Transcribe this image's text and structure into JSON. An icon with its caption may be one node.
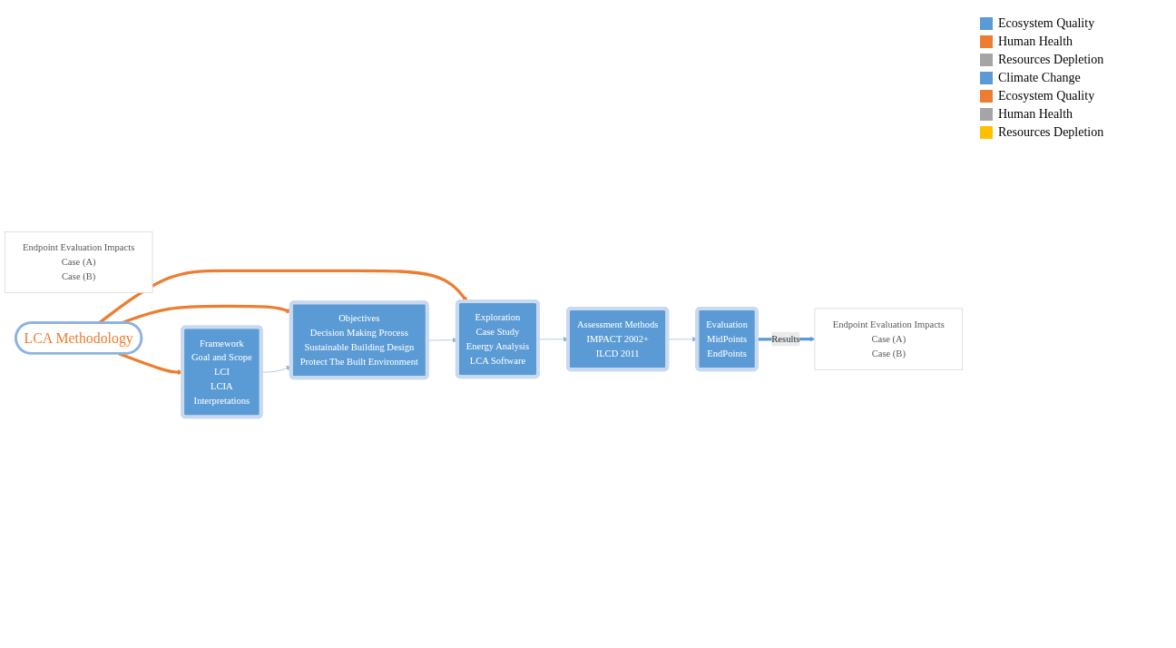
{
  "diagram": {
    "nodes": [
      {
        "text": [
          "Endpoint Evaluation Impacts",
          "Case (A)",
          "Case (B)"
        ]
      },
      {
        "text": [
          "Endpoint Evaluation Impacts",
          "Case (A)",
          "Case (B)"
        ]
      },
      {
        "text": [
          "Evaluation",
          "MidPoints",
          "EndPoints"
        ]
      },
      {
        "text": [
          "LCA Methodology"
        ]
      },
      {
        "text": [
          "Assessment Methods",
          "IMPACT 2002+",
          "ILCD 2011"
        ]
      },
      {
        "text": [
          "Framework",
          "Goal and Scope",
          "LCI",
          "LCIA",
          "Interpretations"
        ]
      },
      {
        "text": [
          "Objectives",
          "Decision Making Process",
          "Sustainable Building Design",
          "Protect The Built Environment"
        ]
      },
      {
        "text": [
          "Exploration",
          "Case Study",
          "Energy Analysis",
          "LCA Software"
        ]
      }
    ],
    "edges": [
      {
        "from": 3,
        "to": 5,
        "arrow": "to",
        "style": "thick",
        "color": "#ed7d31"
      },
      {
        "from": 3,
        "to": 6,
        "arrow": "to",
        "style": "thick",
        "color": "#ed7d31"
      },
      {
        "from": 3,
        "to": 7,
        "arrow": "to",
        "style": "thick",
        "color": "#ed7d31"
      },
      {
        "from": 5,
        "to": 6,
        "arrow": "to"
      },
      {
        "from": 6,
        "to": 7,
        "arrow": "to"
      },
      {
        "from": 7,
        "to": 4,
        "arrow": "to"
      },
      {
        "from": 4,
        "to": 2,
        "arrow": "to"
      },
      {
        "from": 2,
        "to": 1,
        "arrow": "to",
        "label": "Results",
        "style": "thick",
        "color": "#5b9bd5"
      }
    ],
    "legend": [
      {
        "text": "Ecosystem Quality",
        "color": "#5b9bd5"
      },
      {
        "text": "Human Health",
        "color": "#ed7d31"
      },
      {
        "text": "Resources Depletion",
        "color": "#a5a5a5"
      },
      {
        "text": "Climate Change",
        "color": "#5b9bd5"
      },
      {
        "text": "Ecosystem Quality",
        "color": "#ed7d31"
      },
      {
        "text": "Human Health",
        "color": "#a5a5a5"
      },
      {
        "text": "Resources Depletion",
        "color": "#ffc000"
      }
    ]
  }
}
